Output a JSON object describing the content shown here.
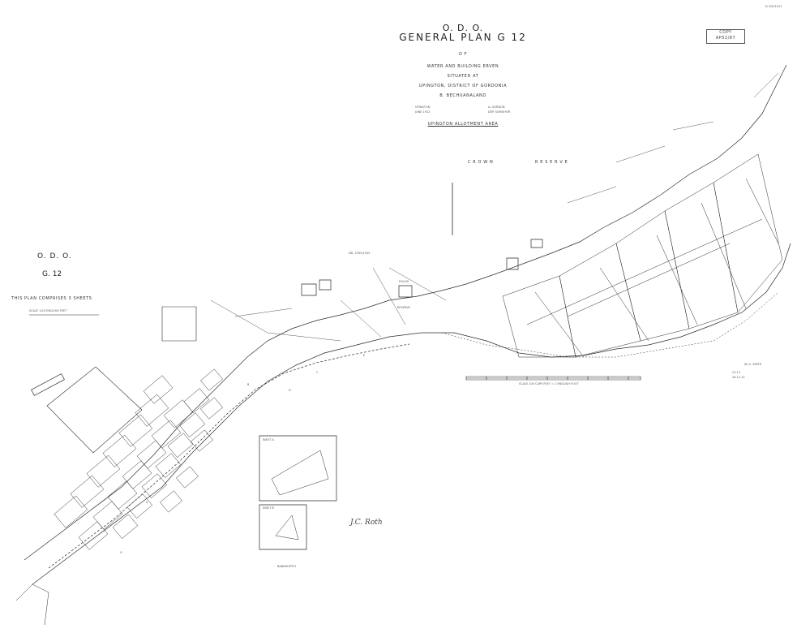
{
  "corner_ref": "N 225/1911",
  "stamp": {
    "line1": "COPY",
    "line2": "AP52/87"
  },
  "title": {
    "office": "O. D. O.",
    "plan": "GENERAL PLAN G 12",
    "of": "O F",
    "line1": "WATER AND BUILDING ERVEN",
    "line2": "SITUATED AT",
    "line3": "UPINGTON, DISTRICT OF GORDONIA",
    "line4": "B. BECHUANALAND",
    "sig_left_1": "UPINGTON",
    "sig_left_2": "JUNE 1912",
    "sig_right_1": "A. GORDON",
    "sig_right_2": "DEP. SURVEYOR",
    "area": "UPINGTON ALLOTMENT AREA"
  },
  "left_block": {
    "office": "O. D. O.",
    "plan_no": "G. 12",
    "sheets": "THIS PLAN COMPRISES 3 SHEETS",
    "scale": "SCALE 1/10 ENGLISH FEET"
  },
  "labels": {
    "crown": "C R O W N",
    "reserve": "R E S E R V E",
    "police": "POLICE",
    "reserve2": "RESERVE",
    "ref_mid": "ND. 2355/1905",
    "scale_bar": "SCALE 100 CAPE FEET = 1 ENGLISH FOOT",
    "inset1": "INSET A",
    "inset2": "INSET B",
    "bottom_note": "BANKRUPTCY",
    "river_letters": [
      "A",
      "B",
      "E",
      "D",
      "C",
      "O"
    ],
    "right_note_1": "W. G. SMITH",
    "right_note_2": "23.12.",
    "right_note_3": "28.12.12"
  },
  "signature": "J.C. Roth"
}
